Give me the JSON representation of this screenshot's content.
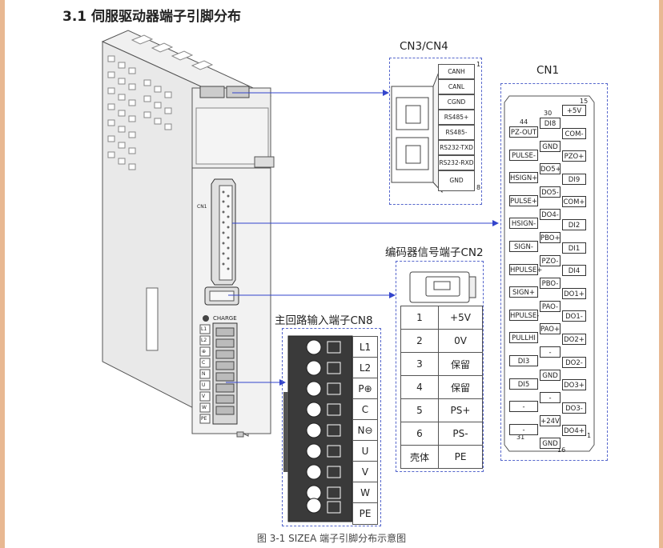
{
  "page_title": "3.1 伺服驱动器端子引脚分布",
  "caption": "图 3-1 SIZEA 端子引脚分布示意图",
  "labels": {
    "cn34": "CN3/CN4",
    "cn1": "CN1",
    "cn2": "编码器信号端子CN2",
    "cn8": "主回路输入端子CN8"
  },
  "cn34": {
    "pins": [
      "CANH",
      "CANL",
      "CGND",
      "RS485+",
      "RS485-",
      "RS232-TXD",
      "RS232-RXD",
      "GND"
    ],
    "num_top": "1",
    "num_bottom": "8"
  },
  "cn1": {
    "left_col": [
      "PZ-OUT",
      "PULSE-",
      "HSIGN+",
      "PULSE+",
      "HSIGN-",
      "SIGN-",
      "HPULSE+",
      "SIGN+",
      "HPULSE-",
      "PULLHI",
      "DI3",
      "DI5",
      "-",
      "-"
    ],
    "middle_col": [
      "DI8",
      "GND",
      "DO5+",
      "DO5-",
      "DO4-",
      "PBO+",
      "PZO-",
      "PBO-",
      "PAO-",
      "PAO+",
      "-",
      "GND",
      "-",
      "+24V",
      "GND"
    ],
    "right_col": [
      "+5V",
      "COM-",
      "PZO+",
      "DI9",
      "COM+",
      "DI2",
      "DI1",
      "DI4",
      "DO1+",
      "DO1-",
      "DO2+",
      "DO2-",
      "DO3+",
      "DO3-",
      "DO4+"
    ],
    "pin_nums": {
      "n15": "15",
      "n30": "30",
      "n44": "44",
      "n1": "1",
      "n16": "16",
      "n31": "31"
    }
  },
  "cn2": {
    "rows": [
      [
        "1",
        "+5V"
      ],
      [
        "2",
        "0V"
      ],
      [
        "3",
        "保留"
      ],
      [
        "4",
        "保留"
      ],
      [
        "5",
        "PS+"
      ],
      [
        "6",
        "PS-"
      ],
      [
        "壳体",
        "PE"
      ]
    ]
  },
  "cn8": {
    "terminals": [
      "L1",
      "L2",
      "P⊕",
      "C",
      "N⊖",
      "U",
      "V",
      "W",
      "PE"
    ]
  },
  "drive": {
    "charge_label": "CHARGE",
    "cn1_side_label": "CN1",
    "term_labels": [
      "L1",
      "L2",
      "⊕",
      "C",
      "N",
      "U",
      "V",
      "W",
      "PE"
    ]
  },
  "colors": {
    "arrow": "#3344cc",
    "dashed_box": "#5566cc",
    "edge": "#e8b892"
  }
}
